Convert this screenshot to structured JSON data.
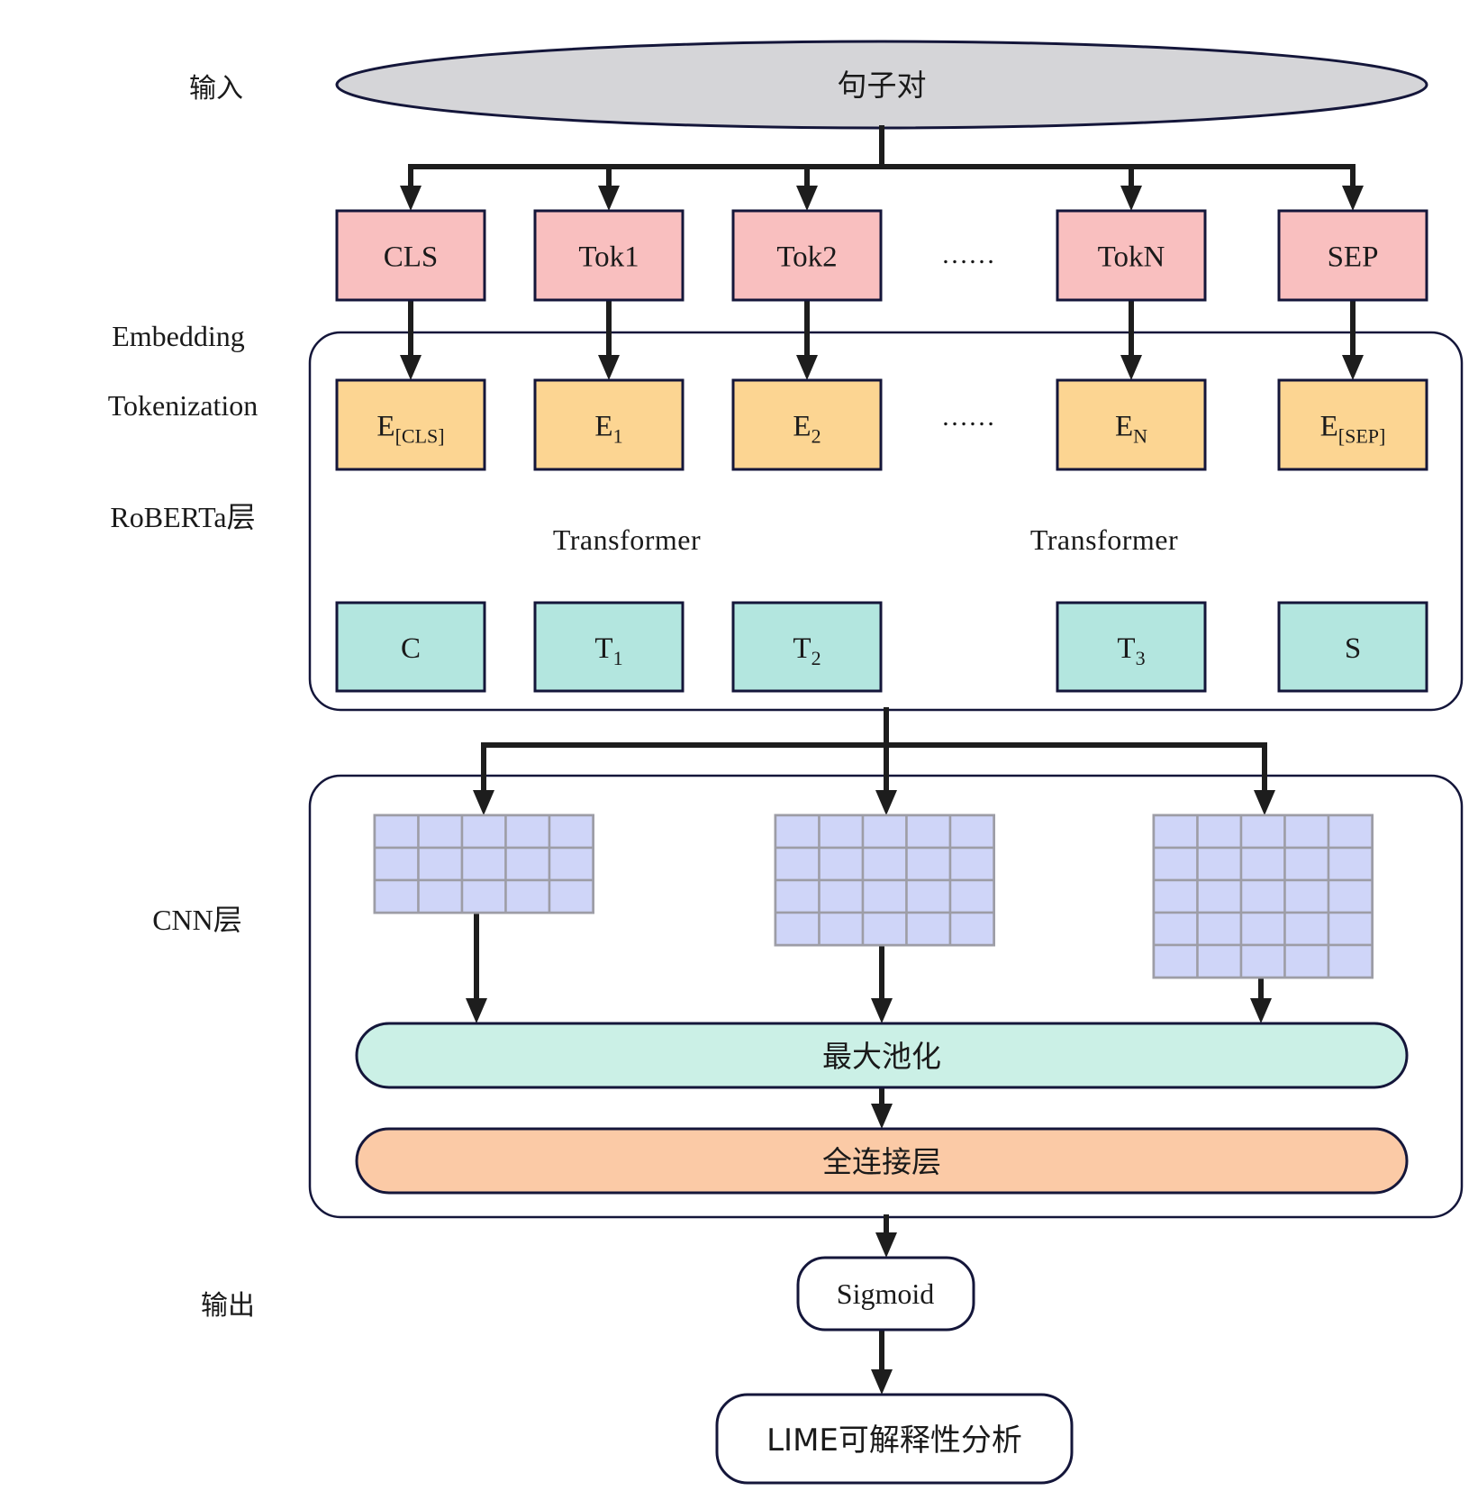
{
  "side_labels": {
    "input": "输入",
    "embedding": "Embedding",
    "tokenization": "Tokenization",
    "roberta": "RoBERTa层",
    "cnn": "CNN层",
    "output": "输出"
  },
  "input_node": {
    "label": "句子对"
  },
  "tokens": [
    {
      "label": "CLS"
    },
    {
      "label": "Tok1"
    },
    {
      "label": "Tok2"
    },
    {
      "label": "TokN"
    },
    {
      "label": "SEP"
    }
  ],
  "ellipsis": "……",
  "embeddings": [
    {
      "base": "E",
      "sub": "[CLS]"
    },
    {
      "base": "E",
      "sub": "1"
    },
    {
      "base": "E",
      "sub": "2"
    },
    {
      "base": "E",
      "sub": "N"
    },
    {
      "base": "E",
      "sub": "[SEP]"
    }
  ],
  "transformer_labels": [
    "Transformer",
    "Transformer"
  ],
  "outputs": [
    {
      "base": "C",
      "sub": ""
    },
    {
      "base": "T",
      "sub": "1"
    },
    {
      "base": "T",
      "sub": "2"
    },
    {
      "base": "T",
      "sub": "3"
    },
    {
      "base": "S",
      "sub": ""
    }
  ],
  "cnn": {
    "feature_maps": [
      {
        "rows": 3,
        "cols": 5
      },
      {
        "rows": 4,
        "cols": 5
      },
      {
        "rows": 5,
        "cols": 5
      }
    ],
    "max_pool": "最大池化",
    "fully_connected": "全连接层"
  },
  "sigmoid": "Sigmoid",
  "lime": "LIME可解释性分析",
  "colors": {
    "ellipse_fill": "#d5d5d8",
    "token_fill": "#f9bfbf",
    "embedding_fill": "#fcd592",
    "output_fill": "#b3e6df",
    "grid_fill": "#cfd5f8",
    "grid_stroke": "#9d9da6",
    "maxpool_fill": "#cbf0e6",
    "fc_fill": "#fbcaa6",
    "stroke": "#14163a",
    "arrow": "#1d1d1d"
  }
}
